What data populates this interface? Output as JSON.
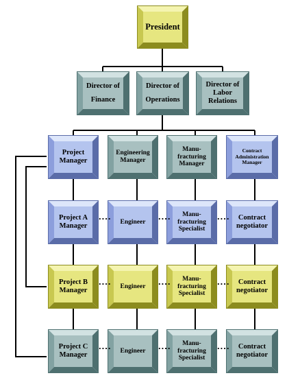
{
  "colors": {
    "yellow": {
      "face": "#e6e680",
      "light": "#f4f4b0",
      "dark": "#8c8c1e",
      "mid": "#c8c850"
    },
    "blue": {
      "face": "#b4c4ee",
      "light": "#dde6fa",
      "dark": "#5a6ca8",
      "mid": "#8c9edc"
    },
    "teal": {
      "face": "#a8c0c0",
      "light": "#d2e2e2",
      "dark": "#4e7070",
      "mid": "#82a2a2"
    },
    "line": "#000000"
  },
  "nodes": {
    "president": {
      "label": "President"
    },
    "dir_finance": {
      "label": "Director of\nFinance"
    },
    "dir_operations": {
      "label": "Director of\nOperations"
    },
    "dir_labor": {
      "label": "Director of\nLabor\nRelations"
    },
    "project_manager": {
      "label": "Project\nManager"
    },
    "engineering_manager": {
      "label": "Engineering\nManager"
    },
    "manufacturing_manager": {
      "label": "Manu-\nfracturing\nManager"
    },
    "contract_admin_manager": {
      "label": "Contract\nAdministration\nManager"
    },
    "pa_manager": {
      "label": "Project A\nManager"
    },
    "pa_engineer": {
      "label": "Engineer"
    },
    "pa_specialist": {
      "label": "Manu-\nfracturing\nSpecialist"
    },
    "pa_negotiator": {
      "label": "Contract\nnegotiator"
    },
    "pb_manager": {
      "label": "Project B\nManager"
    },
    "pb_engineer": {
      "label": "Engineer"
    },
    "pb_specialist": {
      "label": "Manu-\nfracturing\nSpecialist"
    },
    "pb_negotiator": {
      "label": "Contract\nnegotiator"
    },
    "pc_manager": {
      "label": "Project C\nManager"
    },
    "pc_engineer": {
      "label": "Engineer"
    },
    "pc_specialist": {
      "label": "Manu-\nfracturing\nSpecialist"
    },
    "pc_negotiator": {
      "label": "Contract\nnegotiator"
    }
  },
  "dots": "...."
}
